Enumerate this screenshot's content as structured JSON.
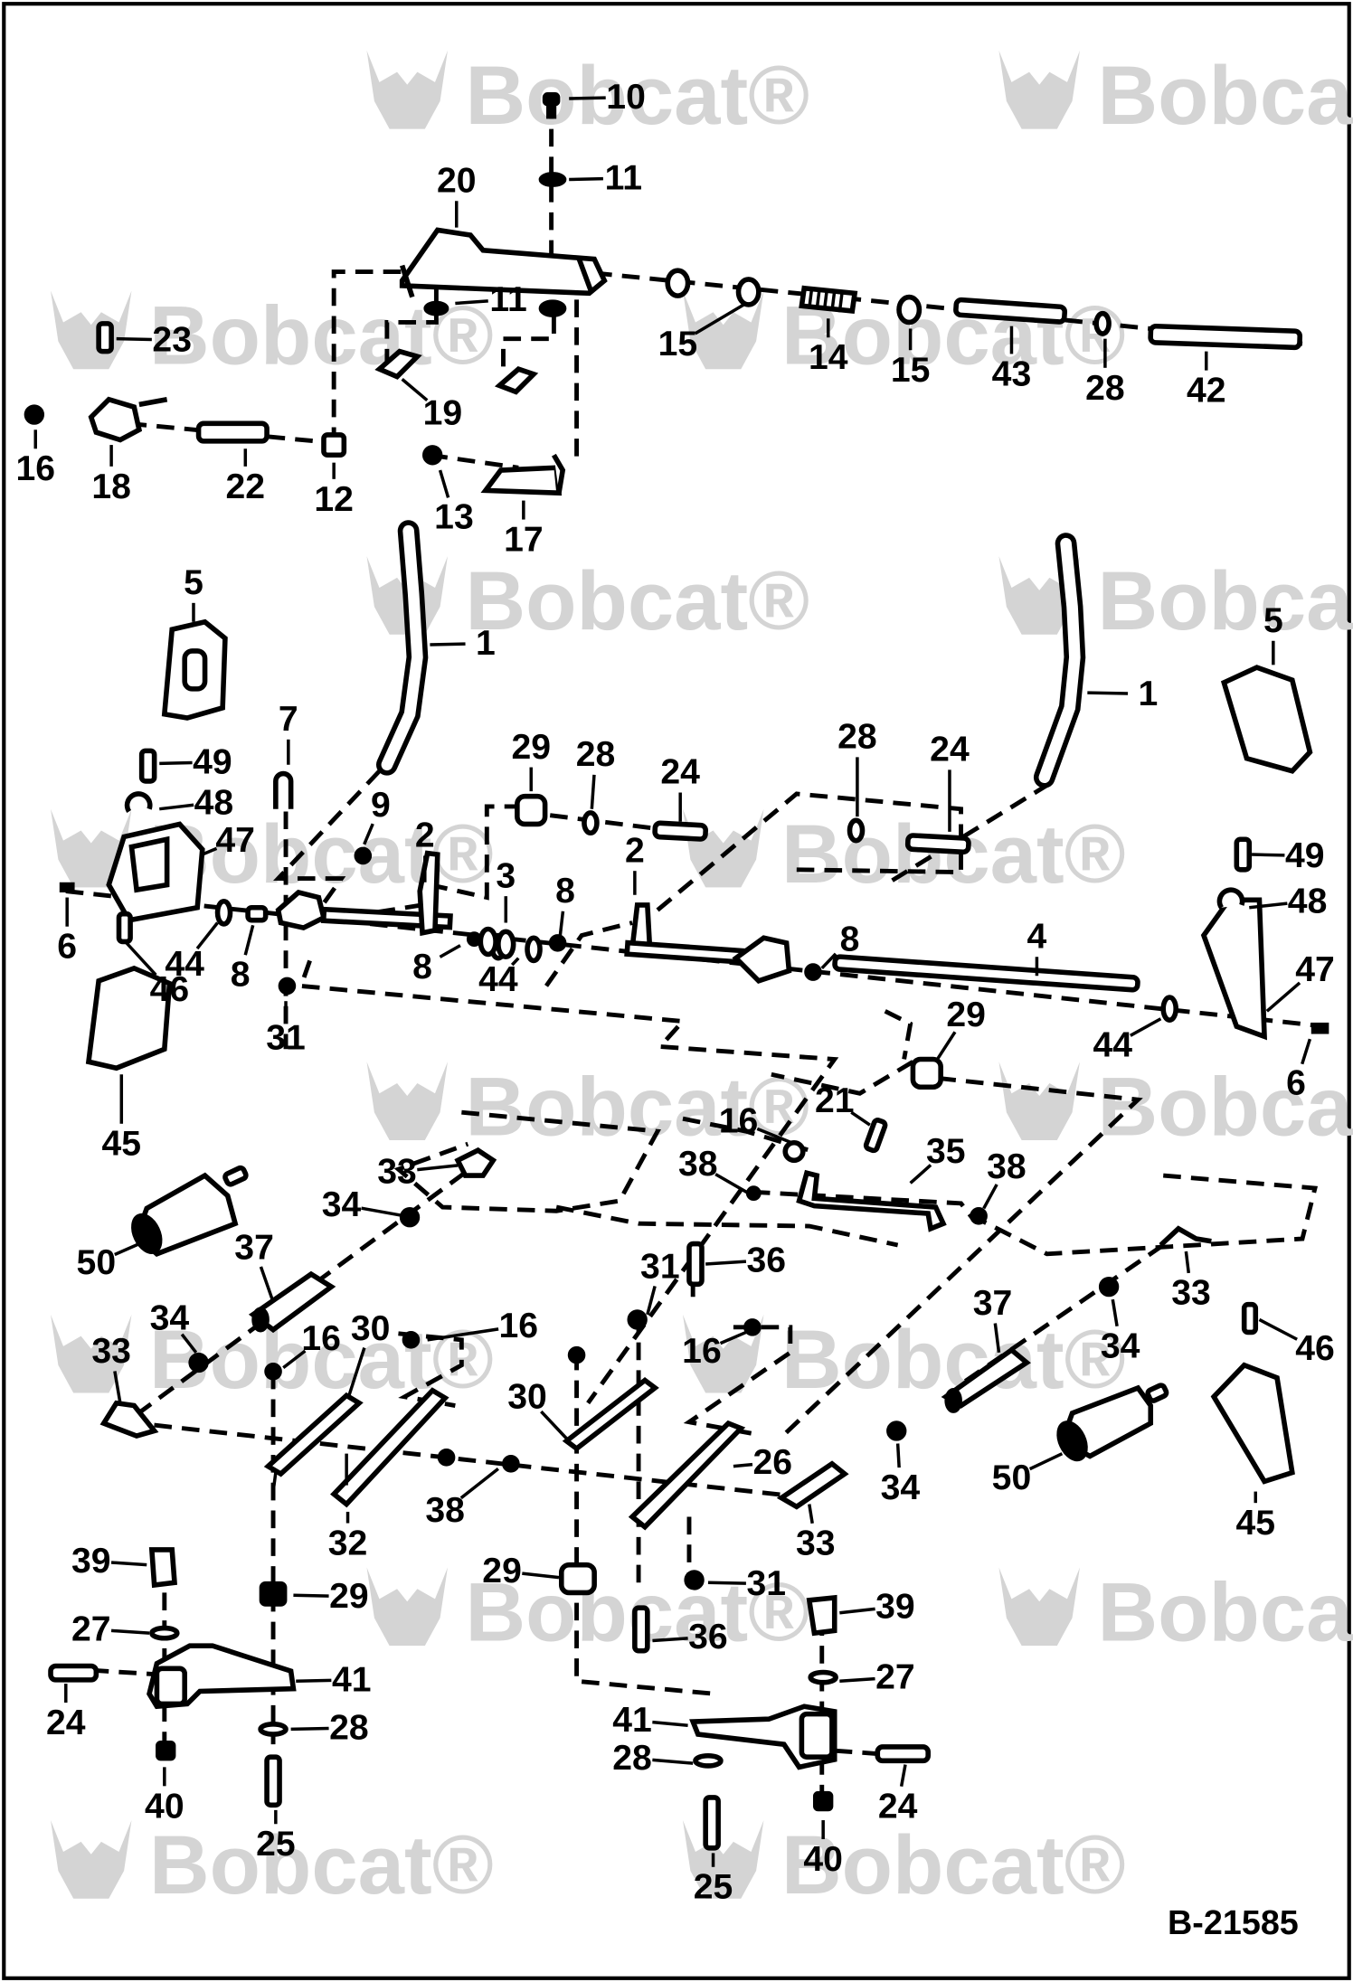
{
  "drawing": {
    "reference": "B-21585",
    "watermark": "Bobcat",
    "watermark_symbol": "®",
    "colors": {
      "line": "#000000",
      "background": "#ffffff",
      "watermark": "#d4d4d4"
    }
  },
  "labels": [
    {
      "id": "10",
      "text": "10"
    },
    {
      "id": "11a",
      "text": "11"
    },
    {
      "id": "20",
      "text": "20"
    },
    {
      "id": "11b",
      "text": "11"
    },
    {
      "id": "23",
      "text": "23"
    },
    {
      "id": "16a",
      "text": "16"
    },
    {
      "id": "18",
      "text": "18"
    },
    {
      "id": "22",
      "text": "22"
    },
    {
      "id": "12",
      "text": "12"
    },
    {
      "id": "19",
      "text": "19"
    },
    {
      "id": "13",
      "text": "13"
    },
    {
      "id": "17",
      "text": "17"
    },
    {
      "id": "15a",
      "text": "15"
    },
    {
      "id": "14",
      "text": "14"
    },
    {
      "id": "15b",
      "text": "15"
    },
    {
      "id": "43",
      "text": "43"
    },
    {
      "id": "28a",
      "text": "28"
    },
    {
      "id": "42",
      "text": "42"
    },
    {
      "id": "5a",
      "text": "5"
    },
    {
      "id": "1a",
      "text": "1"
    },
    {
      "id": "1b",
      "text": "1"
    },
    {
      "id": "5b",
      "text": "5"
    },
    {
      "id": "7",
      "text": "7"
    },
    {
      "id": "49a",
      "text": "49"
    },
    {
      "id": "48a",
      "text": "48"
    },
    {
      "id": "47a",
      "text": "47"
    },
    {
      "id": "6a",
      "text": "6"
    },
    {
      "id": "44a",
      "text": "44"
    },
    {
      "id": "8a",
      "text": "8"
    },
    {
      "id": "9",
      "text": "9"
    },
    {
      "id": "29a",
      "text": "29"
    },
    {
      "id": "28b",
      "text": "28"
    },
    {
      "id": "24a",
      "text": "24"
    },
    {
      "id": "28c",
      "text": "28"
    },
    {
      "id": "24b",
      "text": "24"
    },
    {
      "id": "2a",
      "text": "2"
    },
    {
      "id": "3",
      "text": "3"
    },
    {
      "id": "8b",
      "text": "8"
    },
    {
      "id": "8c",
      "text": "8"
    },
    {
      "id": "44b",
      "text": "44"
    },
    {
      "id": "2b",
      "text": "2"
    },
    {
      "id": "8d",
      "text": "8"
    },
    {
      "id": "4",
      "text": "4"
    },
    {
      "id": "49b",
      "text": "49"
    },
    {
      "id": "48b",
      "text": "48"
    },
    {
      "id": "47b",
      "text": "47"
    },
    {
      "id": "44c",
      "text": "44"
    },
    {
      "id": "6b",
      "text": "6"
    },
    {
      "id": "46a",
      "text": "46"
    },
    {
      "id": "31a",
      "text": "31"
    },
    {
      "id": "45a",
      "text": "45"
    },
    {
      "id": "29b",
      "text": "29"
    },
    {
      "id": "16b",
      "text": "16"
    },
    {
      "id": "21",
      "text": "21"
    },
    {
      "id": "35",
      "text": "35"
    },
    {
      "id": "38a",
      "text": "38"
    },
    {
      "id": "38b",
      "text": "38"
    },
    {
      "id": "33a",
      "text": "33"
    },
    {
      "id": "34a",
      "text": "34"
    },
    {
      "id": "50a",
      "text": "50"
    },
    {
      "id": "37a",
      "text": "37"
    },
    {
      "id": "36a",
      "text": "36"
    },
    {
      "id": "33b",
      "text": "33"
    },
    {
      "id": "31b",
      "text": "31"
    },
    {
      "id": "16c",
      "text": "16"
    },
    {
      "id": "16d",
      "text": "16"
    },
    {
      "id": "34b",
      "text": "34"
    },
    {
      "id": "33c",
      "text": "33"
    },
    {
      "id": "16e",
      "text": "16"
    },
    {
      "id": "30a",
      "text": "30"
    },
    {
      "id": "37b",
      "text": "37"
    },
    {
      "id": "34c",
      "text": "34"
    },
    {
      "id": "46b",
      "text": "46"
    },
    {
      "id": "30b",
      "text": "30"
    },
    {
      "id": "26",
      "text": "26"
    },
    {
      "id": "38c",
      "text": "38"
    },
    {
      "id": "32",
      "text": "32"
    },
    {
      "id": "34d",
      "text": "34"
    },
    {
      "id": "50b",
      "text": "50"
    },
    {
      "id": "45b",
      "text": "45"
    },
    {
      "id": "33d",
      "text": "33"
    },
    {
      "id": "39a",
      "text": "39"
    },
    {
      "id": "29c",
      "text": "29"
    },
    {
      "id": "29d",
      "text": "29"
    },
    {
      "id": "31c",
      "text": "31"
    },
    {
      "id": "27a",
      "text": "27"
    },
    {
      "id": "36b",
      "text": "36"
    },
    {
      "id": "39b",
      "text": "39"
    },
    {
      "id": "24c",
      "text": "24"
    },
    {
      "id": "41a",
      "text": "41"
    },
    {
      "id": "27b",
      "text": "27"
    },
    {
      "id": "28d",
      "text": "28"
    },
    {
      "id": "41b",
      "text": "41"
    },
    {
      "id": "28e",
      "text": "28"
    },
    {
      "id": "24d",
      "text": "24"
    },
    {
      "id": "40a",
      "text": "40"
    },
    {
      "id": "25a",
      "text": "25"
    },
    {
      "id": "40b",
      "text": "40"
    },
    {
      "id": "25b",
      "text": "25"
    }
  ]
}
